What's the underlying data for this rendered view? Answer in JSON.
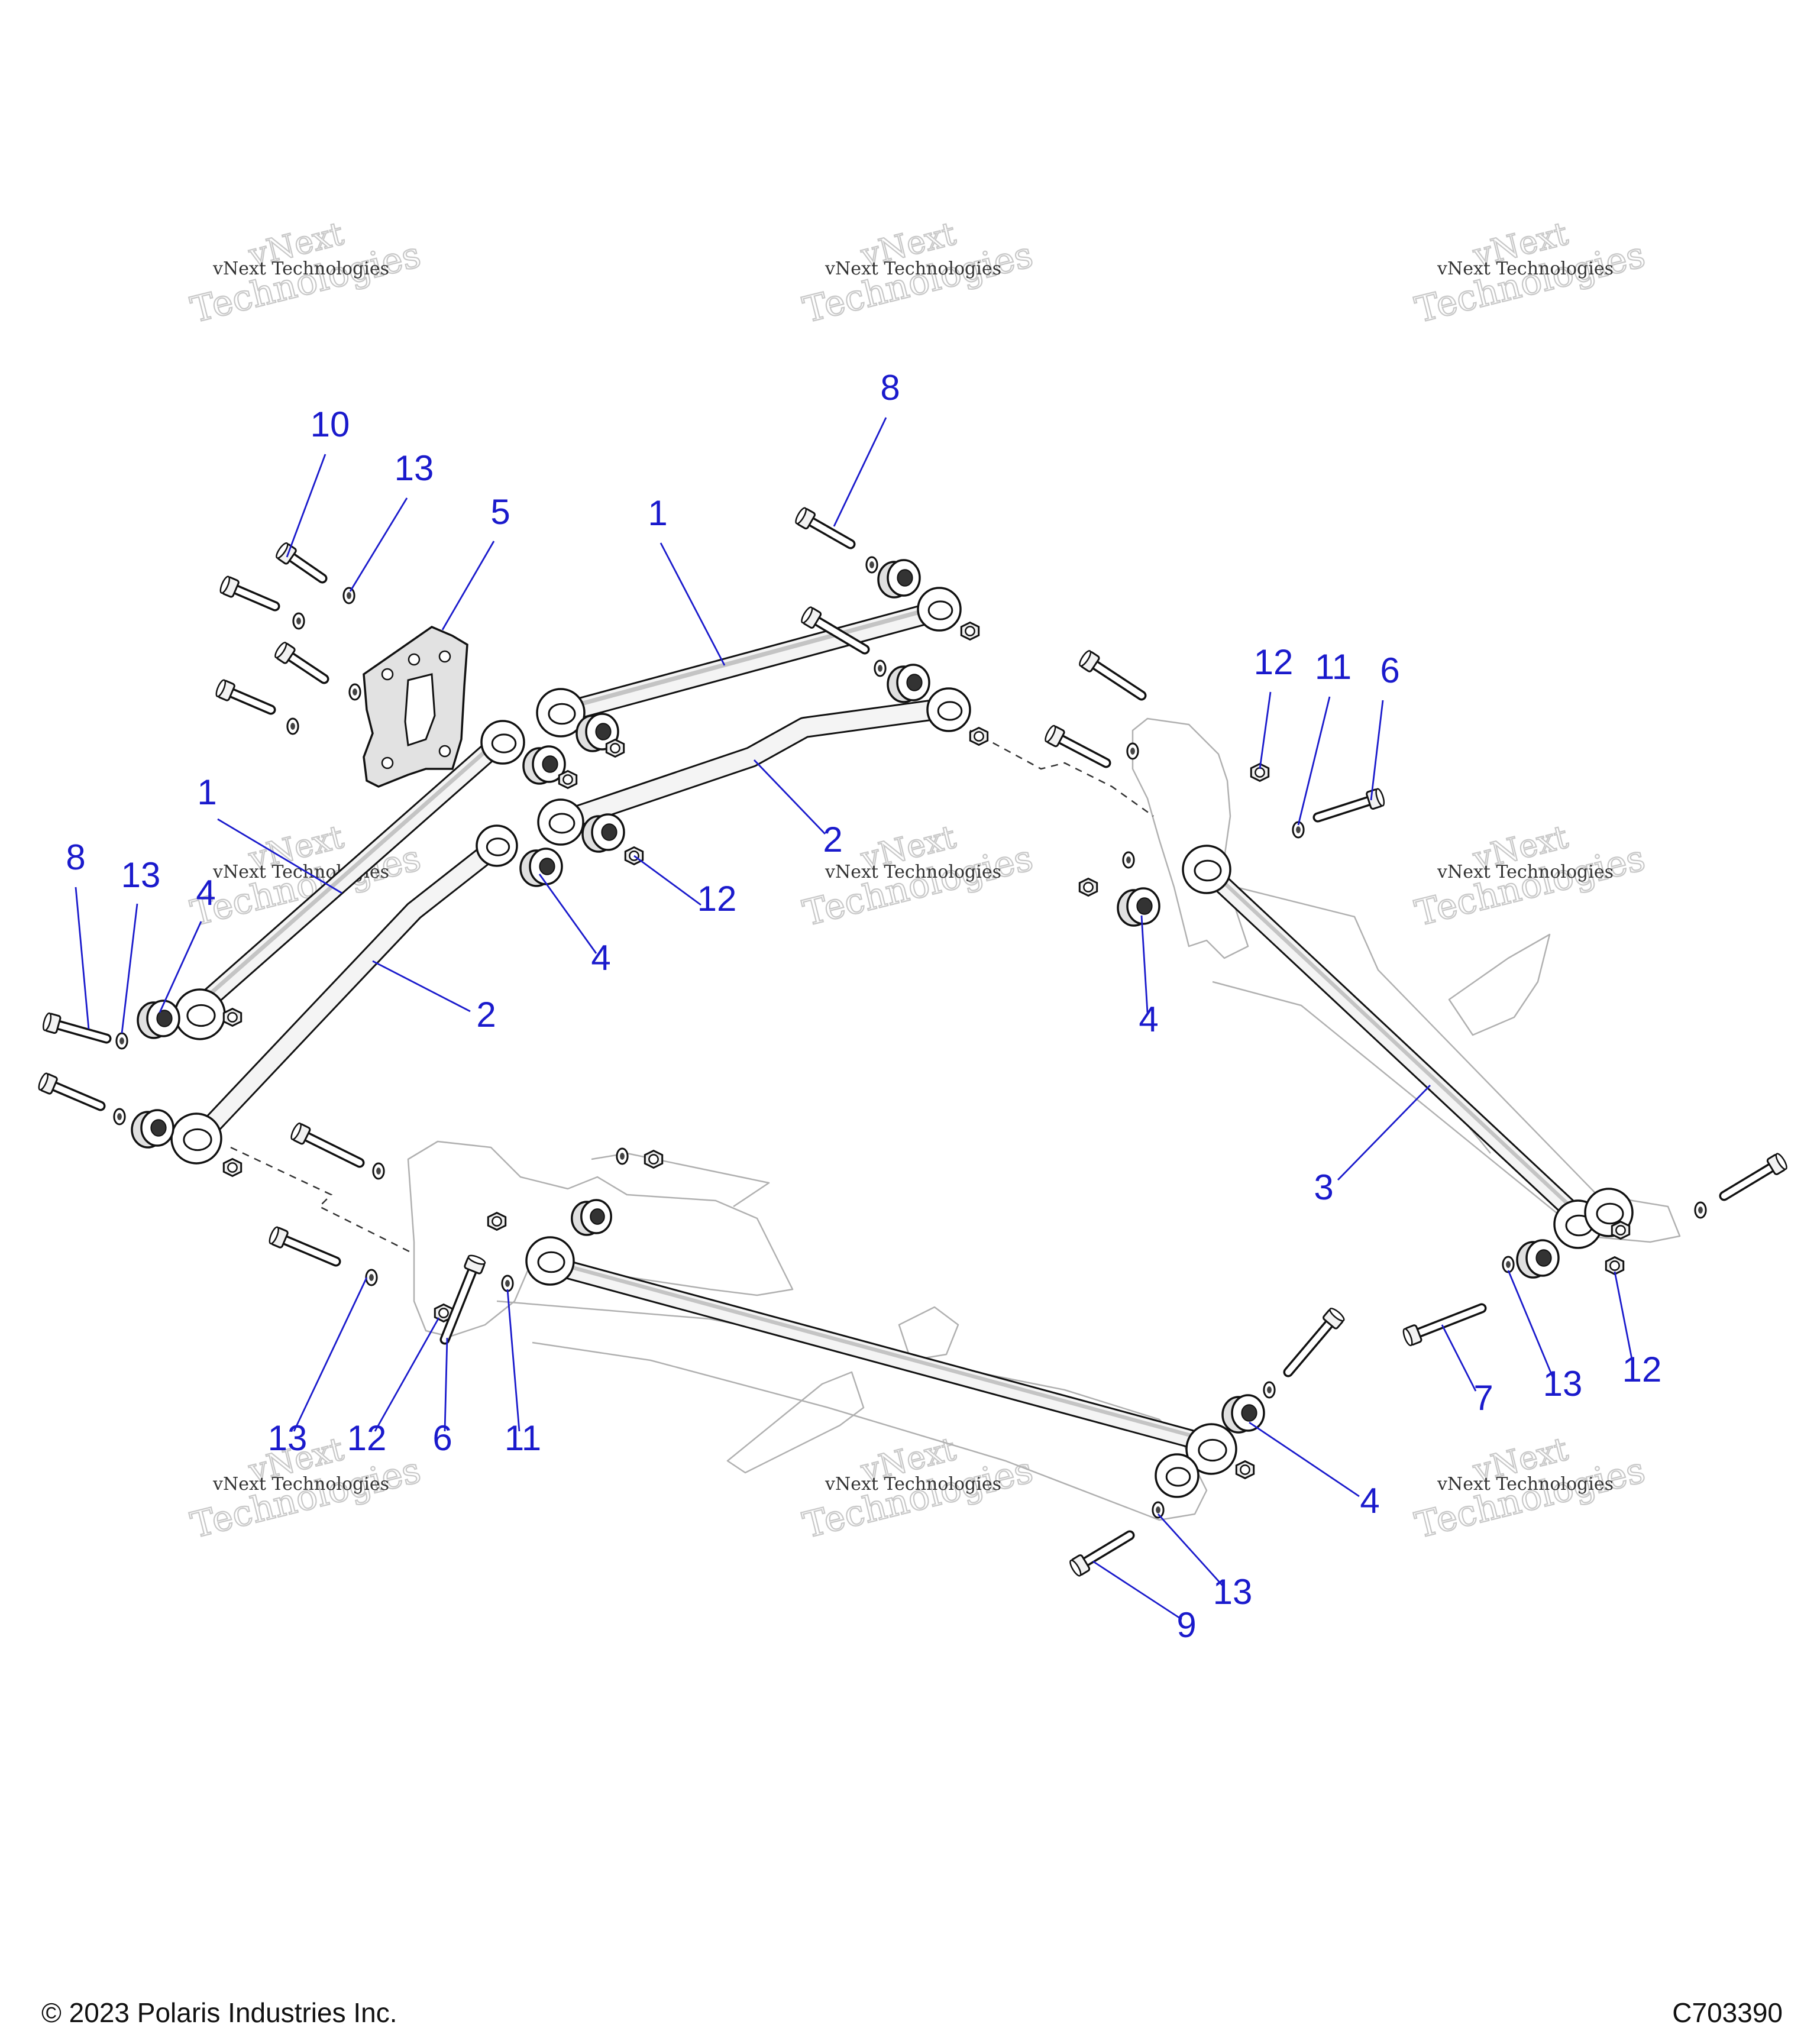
{
  "callouts": [
    {
      "id": "c10",
      "label": "10"
    },
    {
      "id": "c13a",
      "label": "13"
    },
    {
      "id": "c5",
      "label": "5"
    },
    {
      "id": "c1a",
      "label": "1"
    },
    {
      "id": "c8a",
      "label": "8"
    },
    {
      "id": "c1b",
      "label": "1"
    },
    {
      "id": "c2a",
      "label": "2"
    },
    {
      "id": "c12a",
      "label": "12"
    },
    {
      "id": "c8b",
      "label": "8"
    },
    {
      "id": "c13b",
      "label": "13"
    },
    {
      "id": "c4a",
      "label": "4"
    },
    {
      "id": "c4b",
      "label": "4"
    },
    {
      "id": "c2b",
      "label": "2"
    },
    {
      "id": "c12b",
      "label": "12"
    },
    {
      "id": "c11a",
      "label": "11"
    },
    {
      "id": "c6a",
      "label": "6"
    },
    {
      "id": "c4c",
      "label": "4"
    },
    {
      "id": "c3",
      "label": "3"
    },
    {
      "id": "c7",
      "label": "7"
    },
    {
      "id": "c13c",
      "label": "13"
    },
    {
      "id": "c12c",
      "label": "12"
    },
    {
      "id": "c13d",
      "label": "13"
    },
    {
      "id": "c12d",
      "label": "12"
    },
    {
      "id": "c6b",
      "label": "6"
    },
    {
      "id": "c11b",
      "label": "11"
    },
    {
      "id": "c4d",
      "label": "4"
    },
    {
      "id": "c13e",
      "label": "13"
    },
    {
      "id": "c9",
      "label": "9"
    }
  ],
  "watermark": {
    "line1": "vNext",
    "line2": "Technologies",
    "small": "vNext Technologies"
  },
  "footer": {
    "copyright": "© 2023 Polaris Industries Inc.",
    "code": "C703390"
  },
  "colors": {
    "callout": "#1a1acc",
    "line": "#222222",
    "part": "#ffffff",
    "shade": "#d8d8d8",
    "ghost": "#b0b0b0",
    "watermark": "#c8c8c8"
  }
}
